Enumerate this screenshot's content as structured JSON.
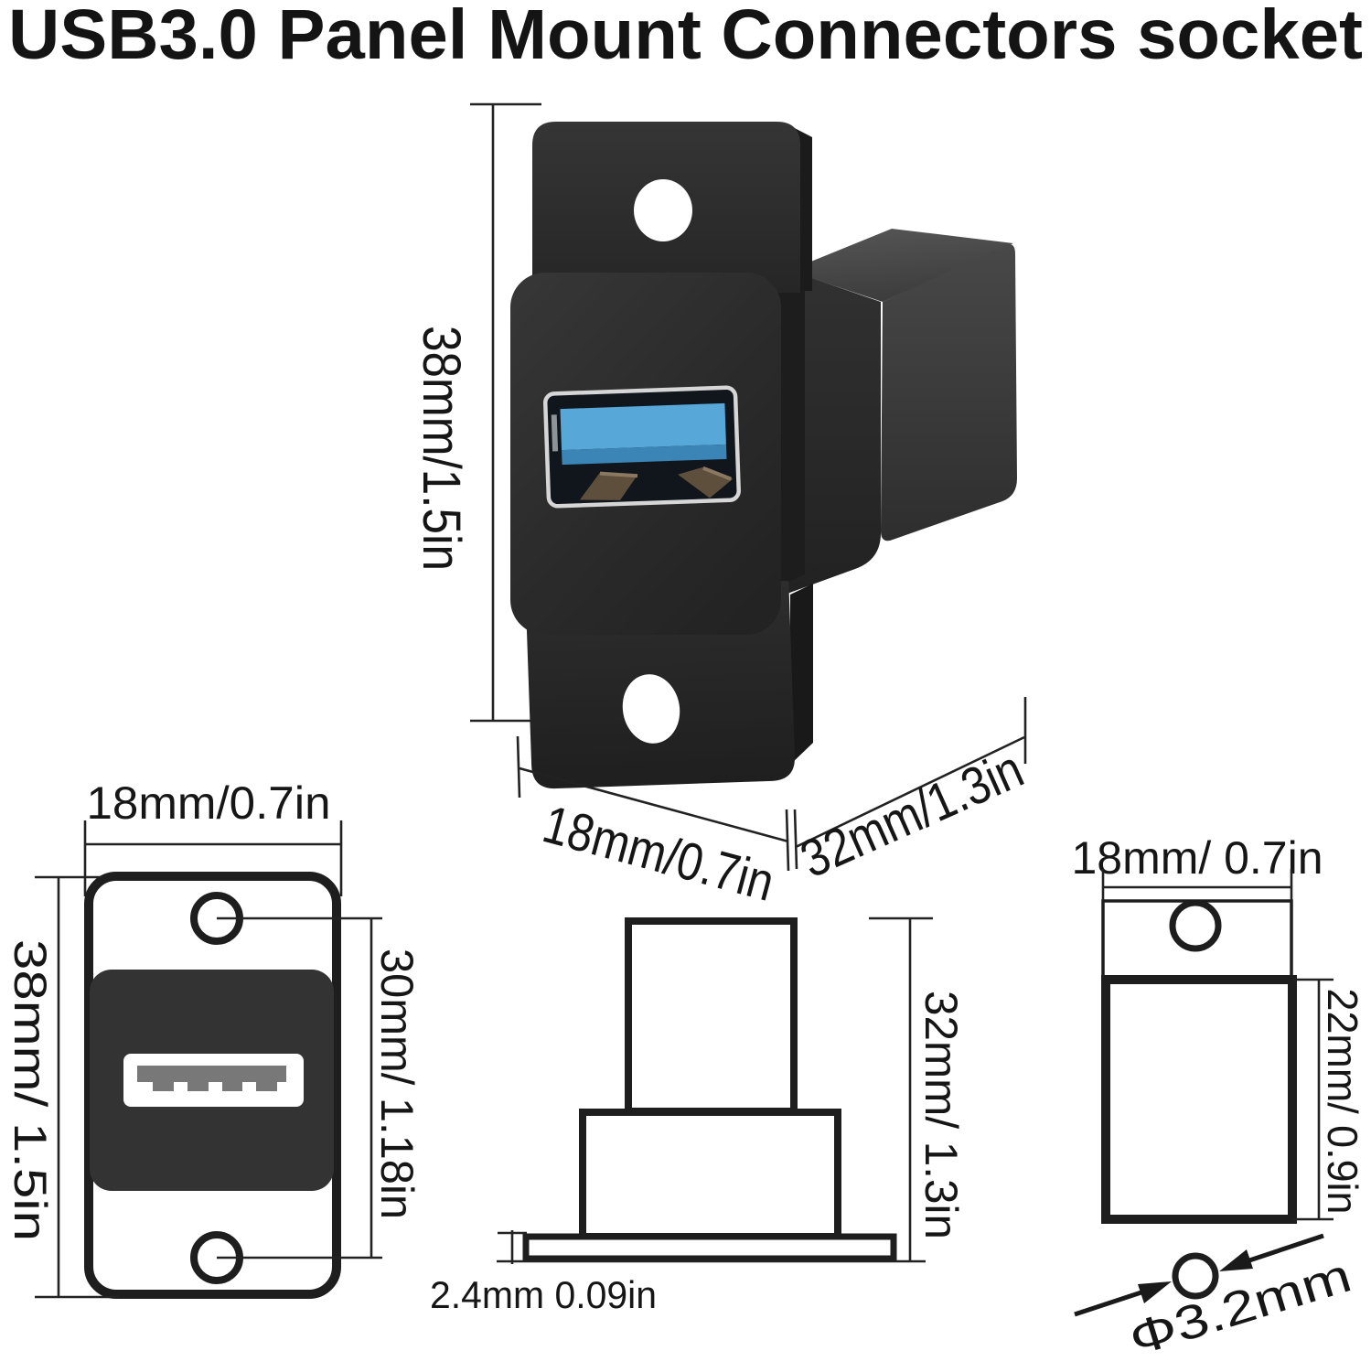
{
  "title": "USB3.0 Panel Mount Connectors socket",
  "product": {
    "name": "USB3.0 panel mount connector socket",
    "port": "usb-a-3.0-port"
  },
  "main_view": {
    "height_label": "38mm/1.5in",
    "width_label": "18mm/0.7in",
    "depth_label": "32mm/1.3in"
  },
  "front_view": {
    "width_label": "18mm/0.7in",
    "height_label": "38mm/ 1.5in",
    "hole_spacing_label": "30mm/ 1.18in"
  },
  "side_view": {
    "depth_label": "32mm/ 1.3in",
    "flange_thickness_label": "2.4mm 0.09in"
  },
  "top_view": {
    "width_label": "18mm/ 0.7in",
    "body_depth_label": "22mm/ 0.9in",
    "hole_diameter_label": "Φ3.2mm"
  },
  "colors": {
    "usb_blue": "#57a7d8",
    "usb_blue_edge": "#3a85b6",
    "body_dark": "#2c2c2c",
    "line": "#1e1e1e"
  }
}
